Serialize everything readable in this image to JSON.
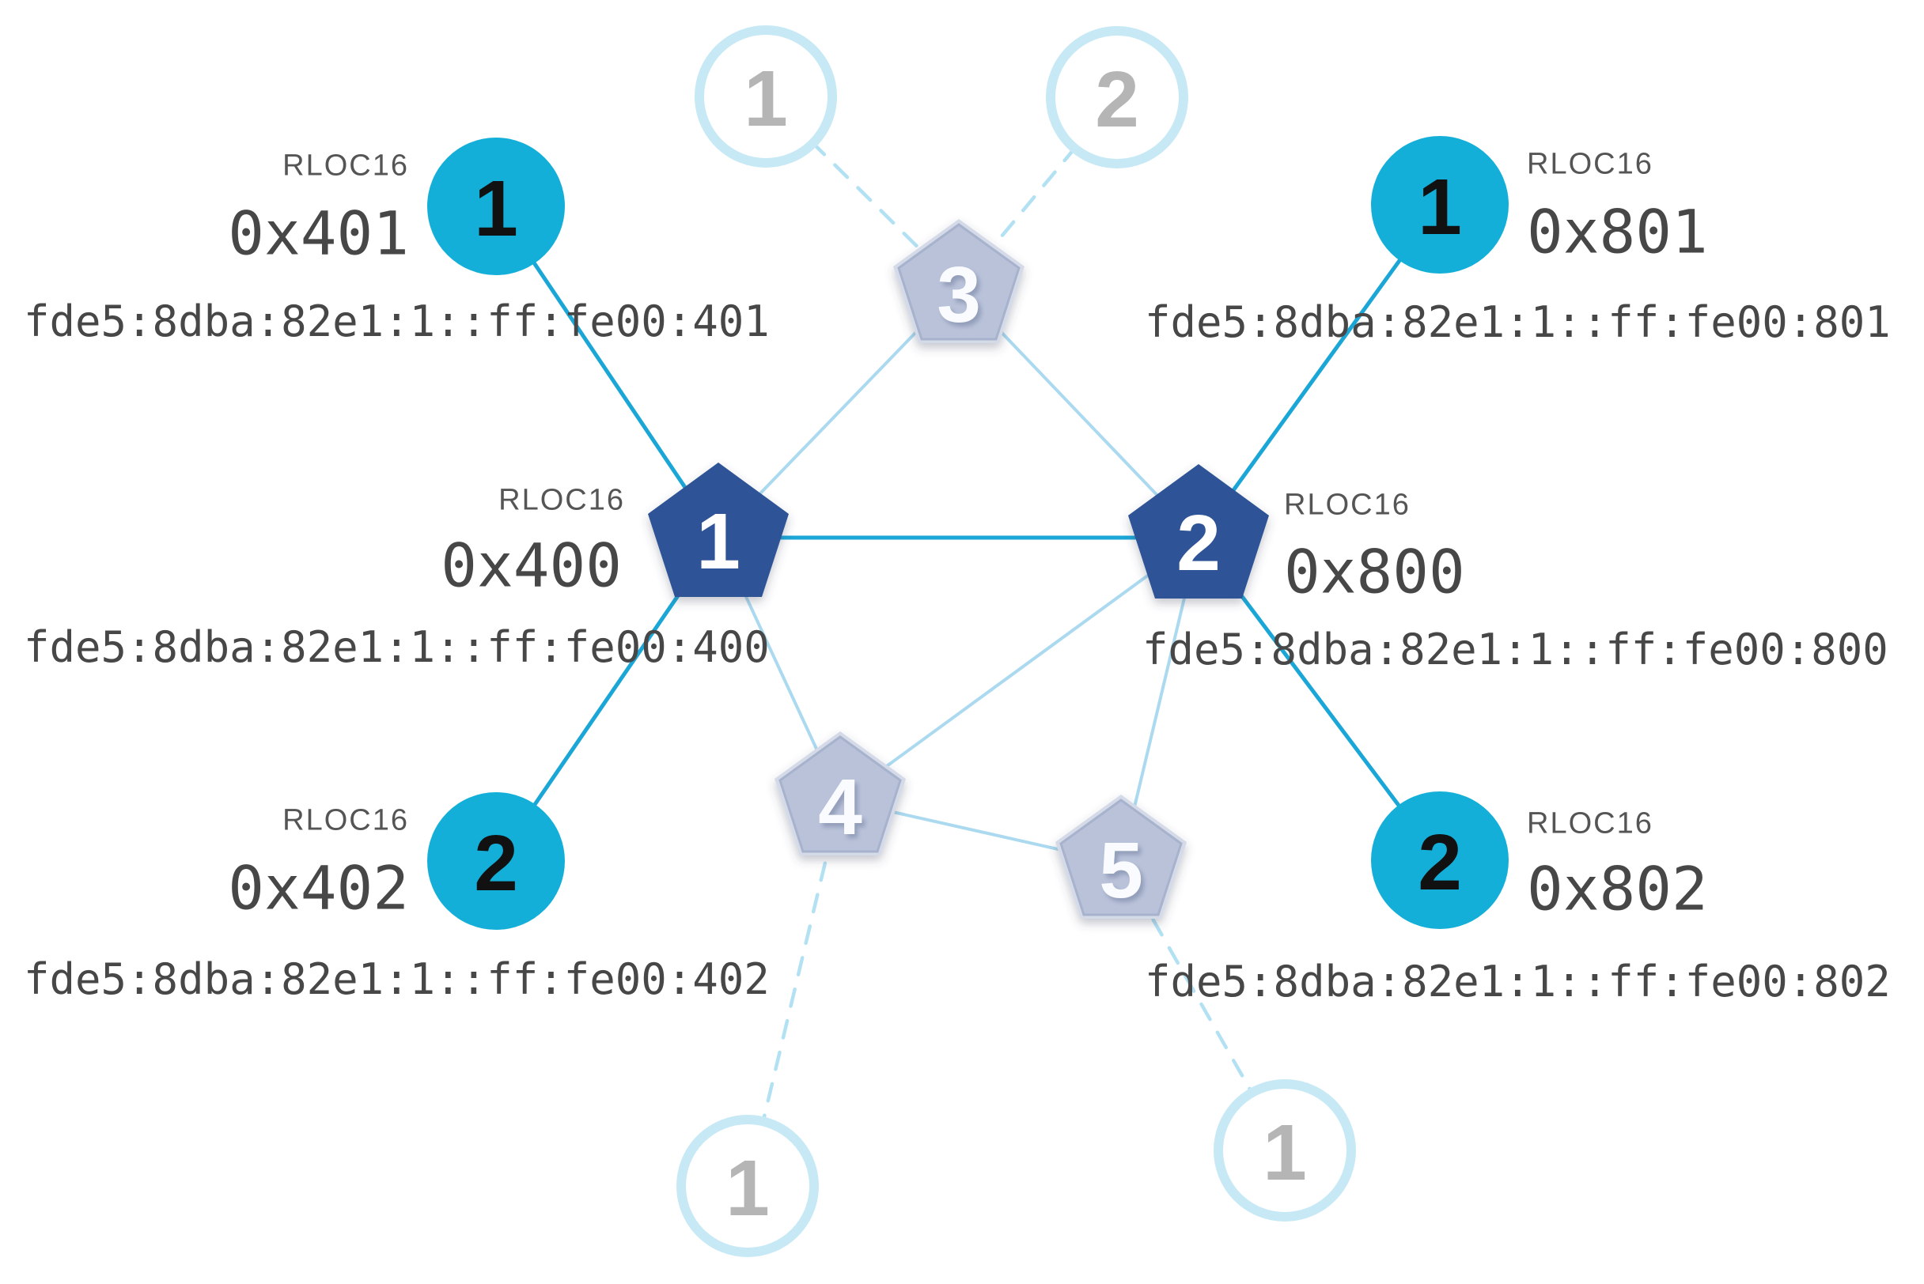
{
  "colors": {
    "background": "#ffffff",
    "teal_fill": "#14afd8",
    "teal_link": "#1aa6d6",
    "router_fill": "#2e5396",
    "router_number": "#ffffff",
    "faded_fill": "#b9c2d9",
    "faded_rim": "#d4dae7",
    "faded_edge": "#a7b2cd",
    "faded_number": "#fafbfe",
    "ghost_ring": "#c7e9f5",
    "ghost_number": "#b5b5b5",
    "light_link": "#abdaf0",
    "dashed_link": "#b3e1f4",
    "text_dark": "#474747",
    "text_label": "#555555"
  },
  "nodes": {
    "router1": {
      "number": "1",
      "role": "router",
      "state": "active",
      "rloc_label": "RLOC16",
      "rloc16": "0x400",
      "ipv6": "fde5:8dba:82e1:1::ff:fe00:400"
    },
    "router2": {
      "number": "2",
      "role": "router",
      "state": "active",
      "rloc_label": "RLOC16",
      "rloc16": "0x800",
      "ipv6": "fde5:8dba:82e1:1::ff:fe00:800"
    },
    "router3": {
      "number": "3",
      "role": "router",
      "state": "inactive"
    },
    "router4": {
      "number": "4",
      "role": "router",
      "state": "inactive"
    },
    "router5": {
      "number": "5",
      "role": "router",
      "state": "inactive"
    },
    "child401": {
      "number": "1",
      "role": "end-device",
      "state": "active",
      "rloc_label": "RLOC16",
      "rloc16": "0x401",
      "ipv6": "fde5:8dba:82e1:1::ff:fe00:401"
    },
    "child402": {
      "number": "2",
      "role": "end-device",
      "state": "active",
      "rloc_label": "RLOC16",
      "rloc16": "0x402",
      "ipv6": "fde5:8dba:82e1:1::ff:fe00:402"
    },
    "child801": {
      "number": "1",
      "role": "end-device",
      "state": "active",
      "rloc_label": "RLOC16",
      "rloc16": "0x801",
      "ipv6": "fde5:8dba:82e1:1::ff:fe00:801"
    },
    "child802": {
      "number": "2",
      "role": "end-device",
      "state": "active",
      "rloc_label": "RLOC16",
      "rloc16": "0x802",
      "ipv6": "fde5:8dba:82e1:1::ff:fe00:802"
    },
    "ghost_top_1": {
      "number": "1",
      "role": "end-device",
      "state": "inactive"
    },
    "ghost_top_2": {
      "number": "2",
      "role": "end-device",
      "state": "inactive"
    },
    "ghost_bottom_left": {
      "number": "1",
      "role": "end-device",
      "state": "inactive"
    },
    "ghost_bottom_right": {
      "number": "1",
      "role": "end-device",
      "state": "inactive"
    }
  },
  "links": {
    "active": [
      "router1-router2",
      "router1-child401",
      "router1-child402",
      "router2-child801",
      "router2-child802"
    ],
    "mesh": [
      "router1-router3",
      "router2-router3",
      "router1-router4",
      "router2-router4",
      "router2-router5",
      "router4-router5"
    ],
    "dashed": [
      "ghost_top_1-router3",
      "ghost_top_2-router3",
      "ghost_bottom_left-router4",
      "ghost_bottom_right-router5"
    ]
  }
}
